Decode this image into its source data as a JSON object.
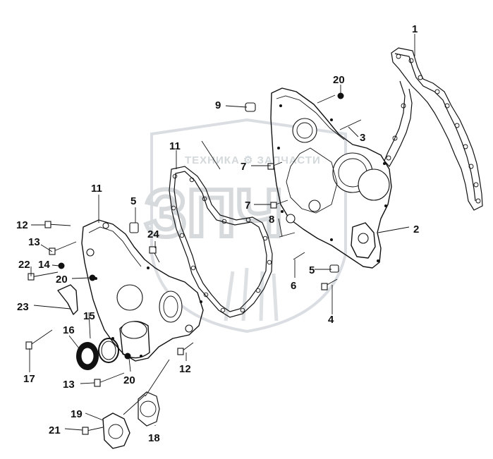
{
  "watermark": {
    "caption": "ТЕХНИКА ⚙ ЗАПЧАСТИ",
    "logo_letters": "ЗПЧ",
    "color": "#cfd4d8"
  },
  "callouts": {
    "c1": "1",
    "c2": "2",
    "c3": "3",
    "c4": "4",
    "c5a": "5",
    "c5b": "5",
    "c6": "6",
    "c7a": "7",
    "c7b": "7",
    "c8": "8",
    "c9": "9",
    "c11a": "11",
    "c11b": "11",
    "c12a": "12",
    "c12b": "12",
    "c13a": "13",
    "c13b": "13",
    "c14": "14",
    "c15": "15",
    "c16": "16",
    "c17": "17",
    "c18": "18",
    "c19": "19",
    "c20a": "20",
    "c20b": "20",
    "c20c": "20",
    "c21": "21",
    "c22": "22",
    "c23": "23",
    "c24": "24"
  },
  "colors": {
    "line": "#111111",
    "background": "#ffffff"
  }
}
